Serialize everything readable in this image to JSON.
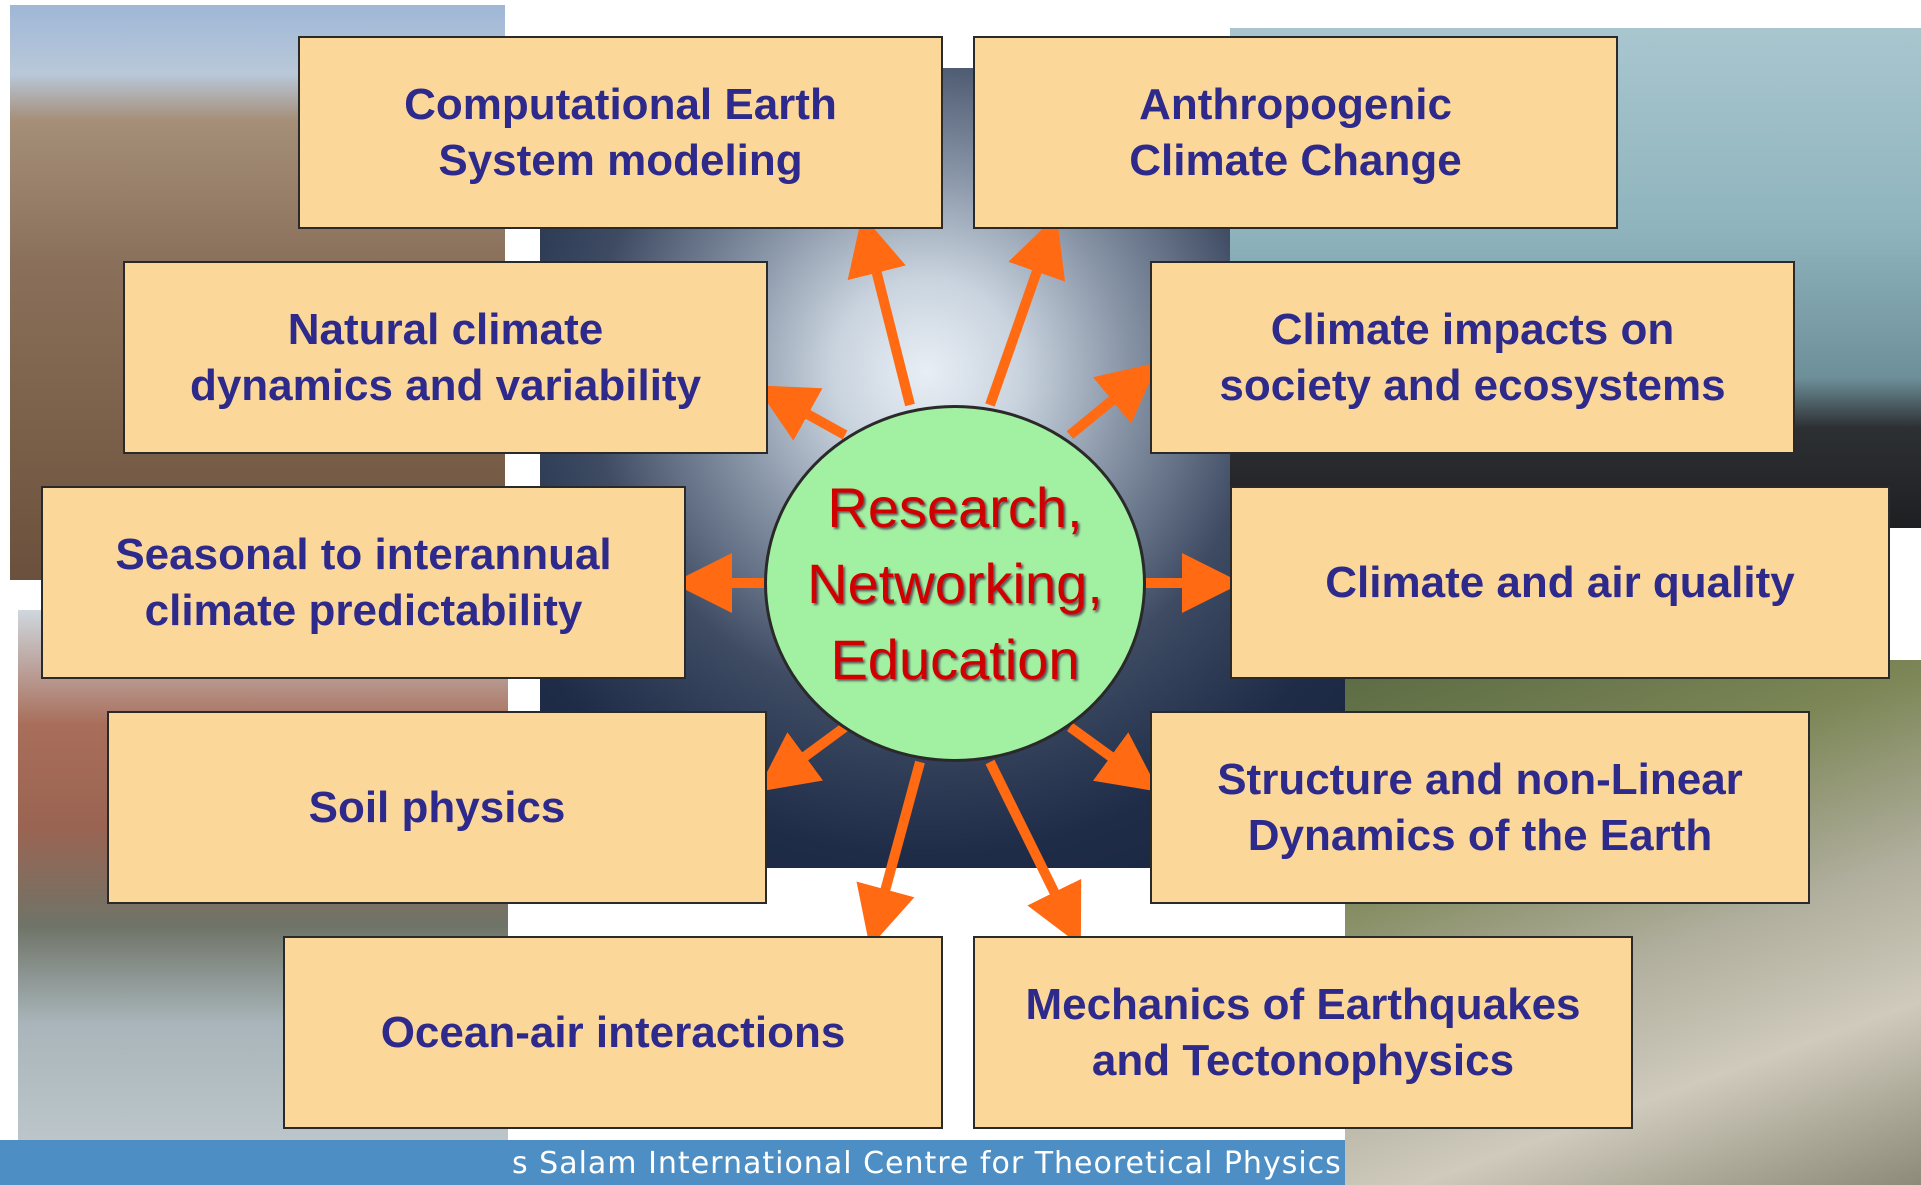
{
  "footer": {
    "text": "s Salam International Centre for Theoretical Physics"
  },
  "center": {
    "label": "Research,\nNetworking,\nEducation"
  },
  "topics": [
    {
      "id": "computational-earth",
      "label": "Computational Earth\nSystem modeling"
    },
    {
      "id": "anthropogenic",
      "label": "Anthropogenic\nClimate Change"
    },
    {
      "id": "natural-climate",
      "label": "Natural climate\ndynamics and variability"
    },
    {
      "id": "climate-impacts",
      "label": "Climate impacts on\nsociety and ecosystems"
    },
    {
      "id": "seasonal",
      "label": "Seasonal to interannual\nclimate predictability"
    },
    {
      "id": "air-quality",
      "label": "Climate and air quality"
    },
    {
      "id": "soil-physics",
      "label": "Soil physics"
    },
    {
      "id": "earth-structure",
      "label": "Structure and non-Linear\nDynamics of the Earth"
    },
    {
      "id": "ocean-air",
      "label": "Ocean-air interactions"
    },
    {
      "id": "earthquakes",
      "label": "Mechanics of Earthquakes\nand Tectonophysics"
    }
  ],
  "colors": {
    "box_fill": "#fbd89a",
    "box_text": "#2e2a8c",
    "center_fill": "#a2f0a2",
    "center_text": "#d10000",
    "arrow": "#ff6a13"
  }
}
